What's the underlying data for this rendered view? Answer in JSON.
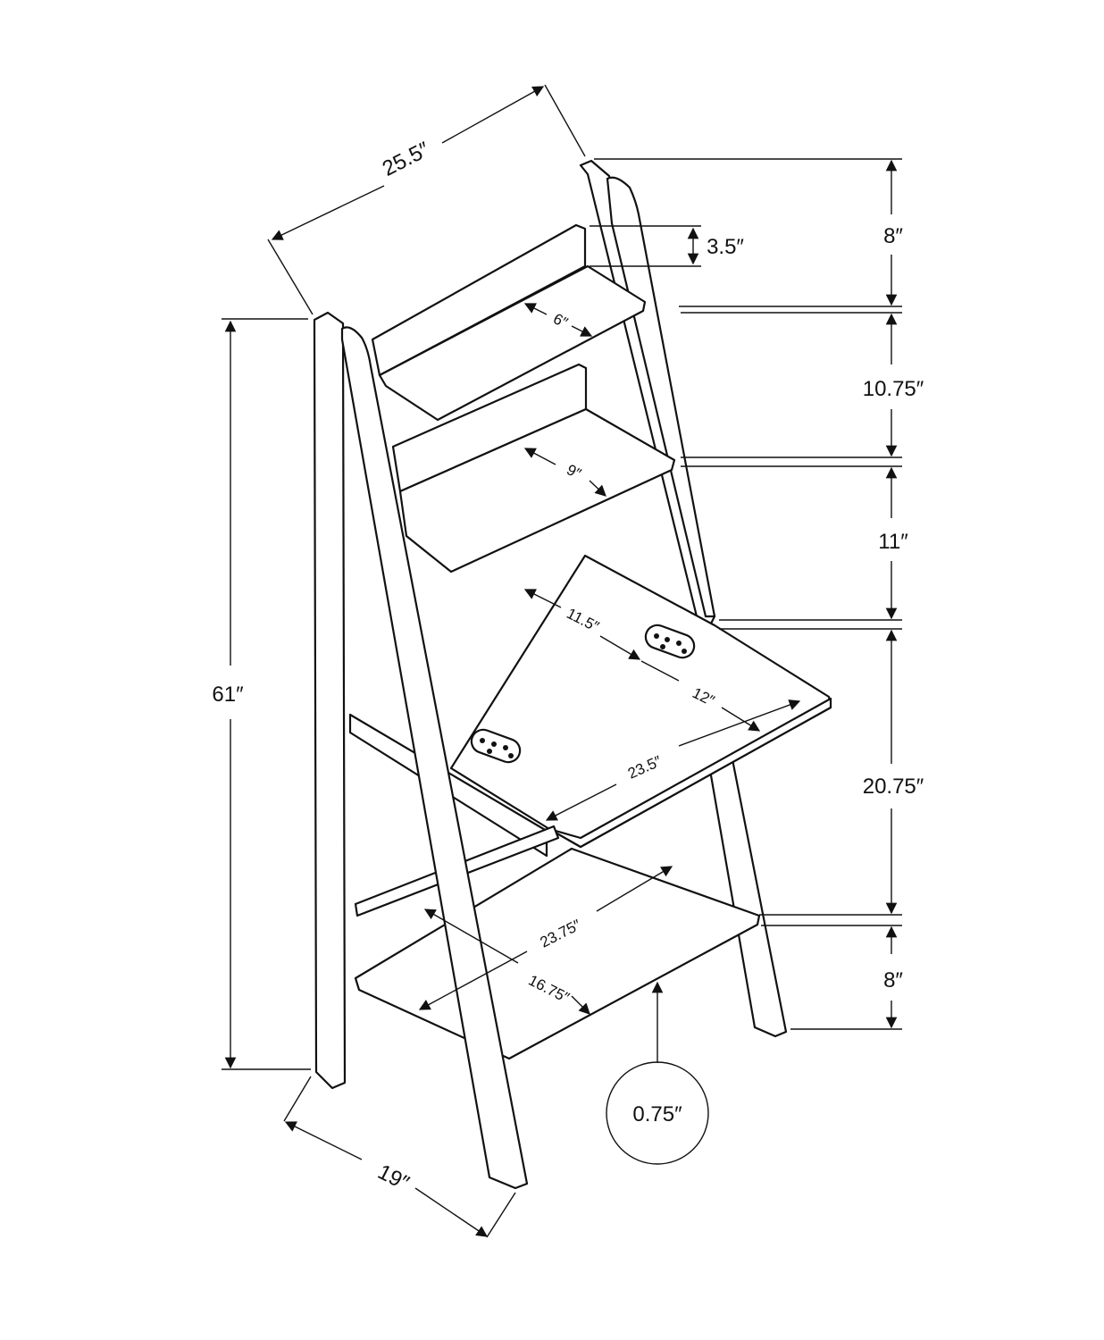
{
  "dimensions": {
    "width": "25.5″",
    "overall_height": "61″",
    "depth": "19″",
    "top_section": "8″",
    "top_shelf_back_panel": "3.5″",
    "upper_spacing": "10.75″",
    "middle_spacing": "11″",
    "desk_height": "20.75″",
    "bottom_spacing": "8″",
    "shelf_thickness": "0.75″",
    "top_shelf_depth": "6″",
    "second_shelf_depth": "9″",
    "desk_fixed_depth": "11.5″",
    "desk_flap_depth": "12″",
    "desk_total_depth": "23.5″",
    "bottom_shelf_width": "23.75″",
    "bottom_shelf_depth": "16.75″"
  },
  "colors": {
    "line": "#111111",
    "background": "#ffffff"
  }
}
